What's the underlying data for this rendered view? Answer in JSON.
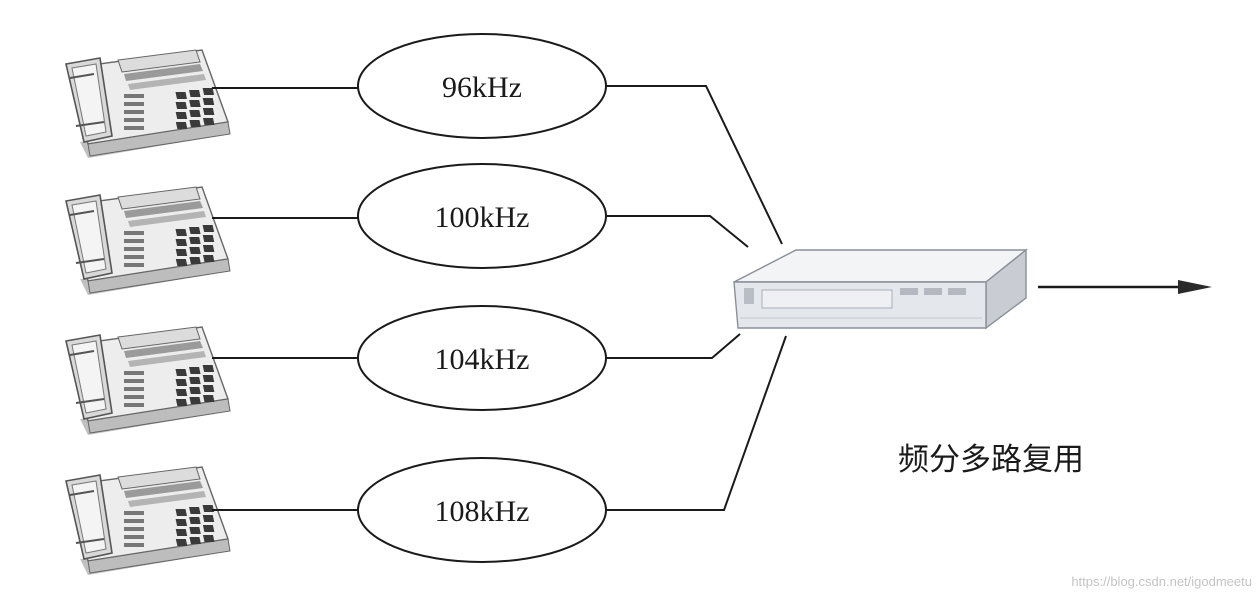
{
  "channels": [
    {
      "frequency": "96kHz"
    },
    {
      "frequency": "100kHz"
    },
    {
      "frequency": "104kHz"
    },
    {
      "frequency": "108kHz"
    }
  ],
  "caption": "频分多路复用",
  "watermark": "https://blog.csdn.net/igodmeetu",
  "colors": {
    "line": "#1a1a1a",
    "phone_body": "#e9e9e9",
    "device": "#eef0f3"
  },
  "icons": {
    "phone": "telephone-icon",
    "multiplexer": "multiplexer-device-icon",
    "arrow": "arrow-right-icon"
  }
}
